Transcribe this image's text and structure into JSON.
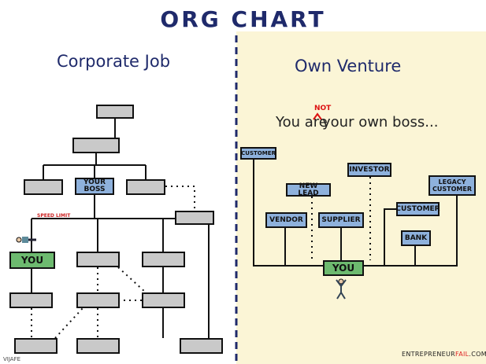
{
  "title": "ORG CHART",
  "corporate": {
    "heading": "Corporate Job",
    "speed_limit": "SPEED LIMIT",
    "your_boss": "YOUR BOSS",
    "you": "YOU"
  },
  "venture": {
    "heading": "Own Venture",
    "tagline_before": "You are",
    "tagline_insert": "NOT",
    "tagline_after": "your own boss...",
    "nodes": {
      "customer_1": "CUSTOMER",
      "investor": "INVESTOR",
      "new_lead": "NEW LEAD",
      "legacy_customer": "LEGACY CUSTOMER",
      "customer_2": "CUSTOMER",
      "vendor": "VENDOR",
      "supplier": "SUPPLIER",
      "bank": "BANK",
      "you": "YOU"
    }
  },
  "footer": {
    "site_a": "ENTREPRENEUR",
    "site_b": "FAIL",
    "site_c": ".COM"
  },
  "signature": "VIJAFE",
  "colors": {
    "navy": "#1f2a6b",
    "boss_blue": "#8eb1dc",
    "you_green": "#6dba6f",
    "gray": "#c9c9c9",
    "venture_bg": "#fbf5d6",
    "red": "#d11"
  }
}
